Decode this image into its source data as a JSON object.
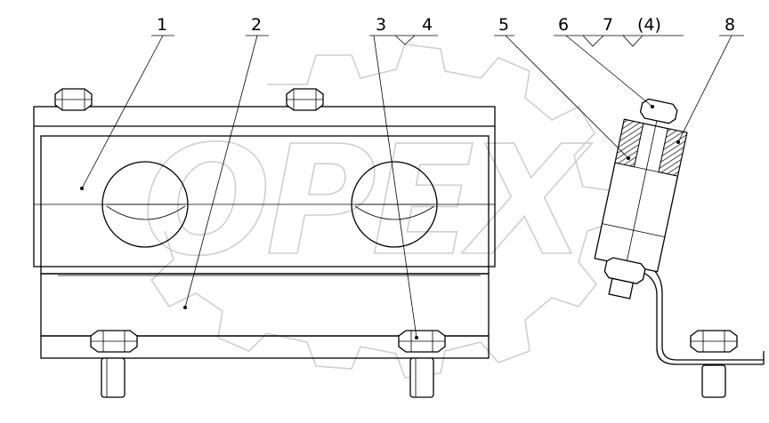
{
  "watermark": {
    "text": "OPEX"
  },
  "callouts": [
    {
      "id": "1",
      "label": "1"
    },
    {
      "id": "2",
      "label": "2"
    },
    {
      "id": "3",
      "label": "3"
    },
    {
      "id": "4",
      "label": "4"
    },
    {
      "id": "5",
      "label": "5"
    },
    {
      "id": "6",
      "label": "6"
    },
    {
      "id": "7",
      "label": "7"
    },
    {
      "id": "7note",
      "label": "(4)"
    },
    {
      "id": "8",
      "label": "8"
    }
  ],
  "colors": {
    "line": "#000000",
    "watermark": "#cfcfcf",
    "hatch": "#000000"
  }
}
